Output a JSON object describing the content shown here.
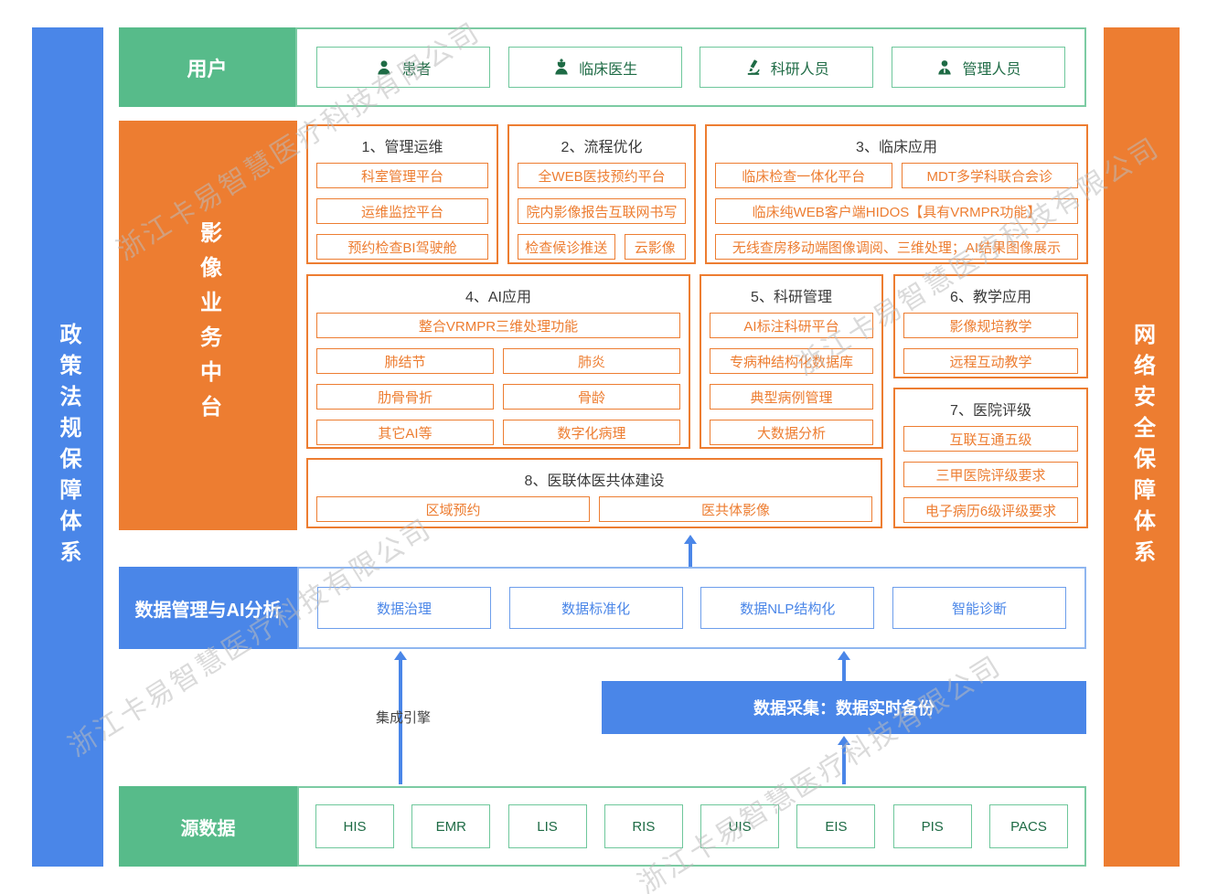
{
  "watermark": {
    "text": "浙江卡易智慧医疗科技有限公司"
  },
  "side_bars": {
    "left": "政策法规保障体系",
    "right": "网络安全保障体系"
  },
  "users_row": {
    "label": "用户",
    "items": [
      {
        "label": "患者",
        "icon": "patient-icon"
      },
      {
        "label": "临床医生",
        "icon": "doctor-icon"
      },
      {
        "label": "科研人员",
        "icon": "microscope-icon"
      },
      {
        "label": "管理人员",
        "icon": "admin-icon"
      }
    ]
  },
  "platform": {
    "label": "影像业务中台",
    "sections": {
      "s1": {
        "title": "1、管理运维",
        "items": [
          "科室管理平台",
          "运维监控平台",
          "预约检查BI驾驶舱"
        ]
      },
      "s2": {
        "title": "2、流程优化",
        "items": [
          "全WEB医技预约平台",
          "院内影像报告互联网书写",
          "检查候诊推送",
          "云影像"
        ]
      },
      "s3": {
        "title": "3、临床应用",
        "items": [
          "临床检查一体化平台",
          "MDT多学科联合会诊",
          "临床纯WEB客户端HIDOS【具有VRMPR功能】",
          "无线查房移动端图像调阅、三维处理；AI结果图像展示"
        ]
      },
      "s4": {
        "title": "4、AI应用",
        "items": [
          "整合VRMPR三维处理功能",
          "肺结节",
          "肺炎",
          "肋骨骨折",
          "骨龄",
          "其它AI等",
          "数字化病理"
        ]
      },
      "s5": {
        "title": "5、科研管理",
        "items": [
          "AI标注科研平台",
          "专病种结构化数据库",
          "典型病例管理",
          "大数据分析"
        ]
      },
      "s6": {
        "title": "6、教学应用",
        "items": [
          "影像规培教学",
          "远程互动教学"
        ]
      },
      "s7": {
        "title": "7、医院评级",
        "items": [
          "互联互通五级",
          "三甲医院评级要求",
          "电子病历6级评级要求"
        ]
      },
      "s8": {
        "title": "8、医联体医共体建设",
        "items": [
          "区域预约",
          "医共体影像"
        ]
      }
    }
  },
  "data_mgmt_row": {
    "label": "数据管理与AI分析",
    "items": [
      "数据治理",
      "数据标准化",
      "数据NLP结构化",
      "智能诊断"
    ]
  },
  "middle": {
    "integration_engine": "集成引擎",
    "data_collection": "数据采集：数据实时备份"
  },
  "source_row": {
    "label": "源数据",
    "items": [
      "HIS",
      "EMR",
      "LIS",
      "RIS",
      "UIS",
      "EIS",
      "PIS",
      "PACS"
    ]
  },
  "colors": {
    "green": "#57BB8A",
    "green_dark_text": "#1E6B45",
    "green_light_border": "#7CCBA3",
    "orange": "#ED7D31",
    "blue": "#4A86E8",
    "blue_light_border": "#8FB6F0",
    "section_title_gray": "#3A3A3A",
    "watermark_gray": "#BBBBBB"
  }
}
